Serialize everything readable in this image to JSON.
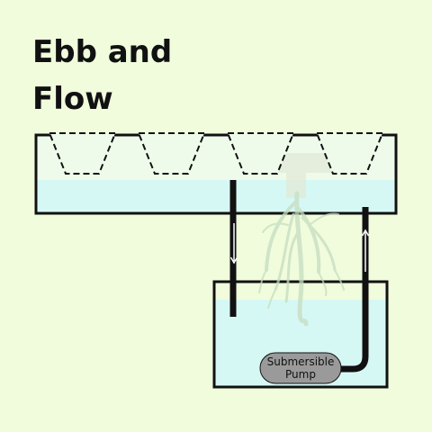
{
  "title": {
    "line1": "Ebb and",
    "line2": "Flow"
  },
  "pump": {
    "line1": "Submersible",
    "line2": "Pump"
  },
  "colors": {
    "background": "#f0fcdc",
    "water": "#d6f8f5",
    "tray_air": "#eefbeb",
    "outline": "#111111",
    "pump_fill": "#9a9a9a",
    "roots": "#c6dcc0"
  },
  "icons": [
    "net-pot-icon",
    "root-watermark-icon",
    "flow-arrow-down-icon",
    "flow-arrow-up-icon"
  ]
}
